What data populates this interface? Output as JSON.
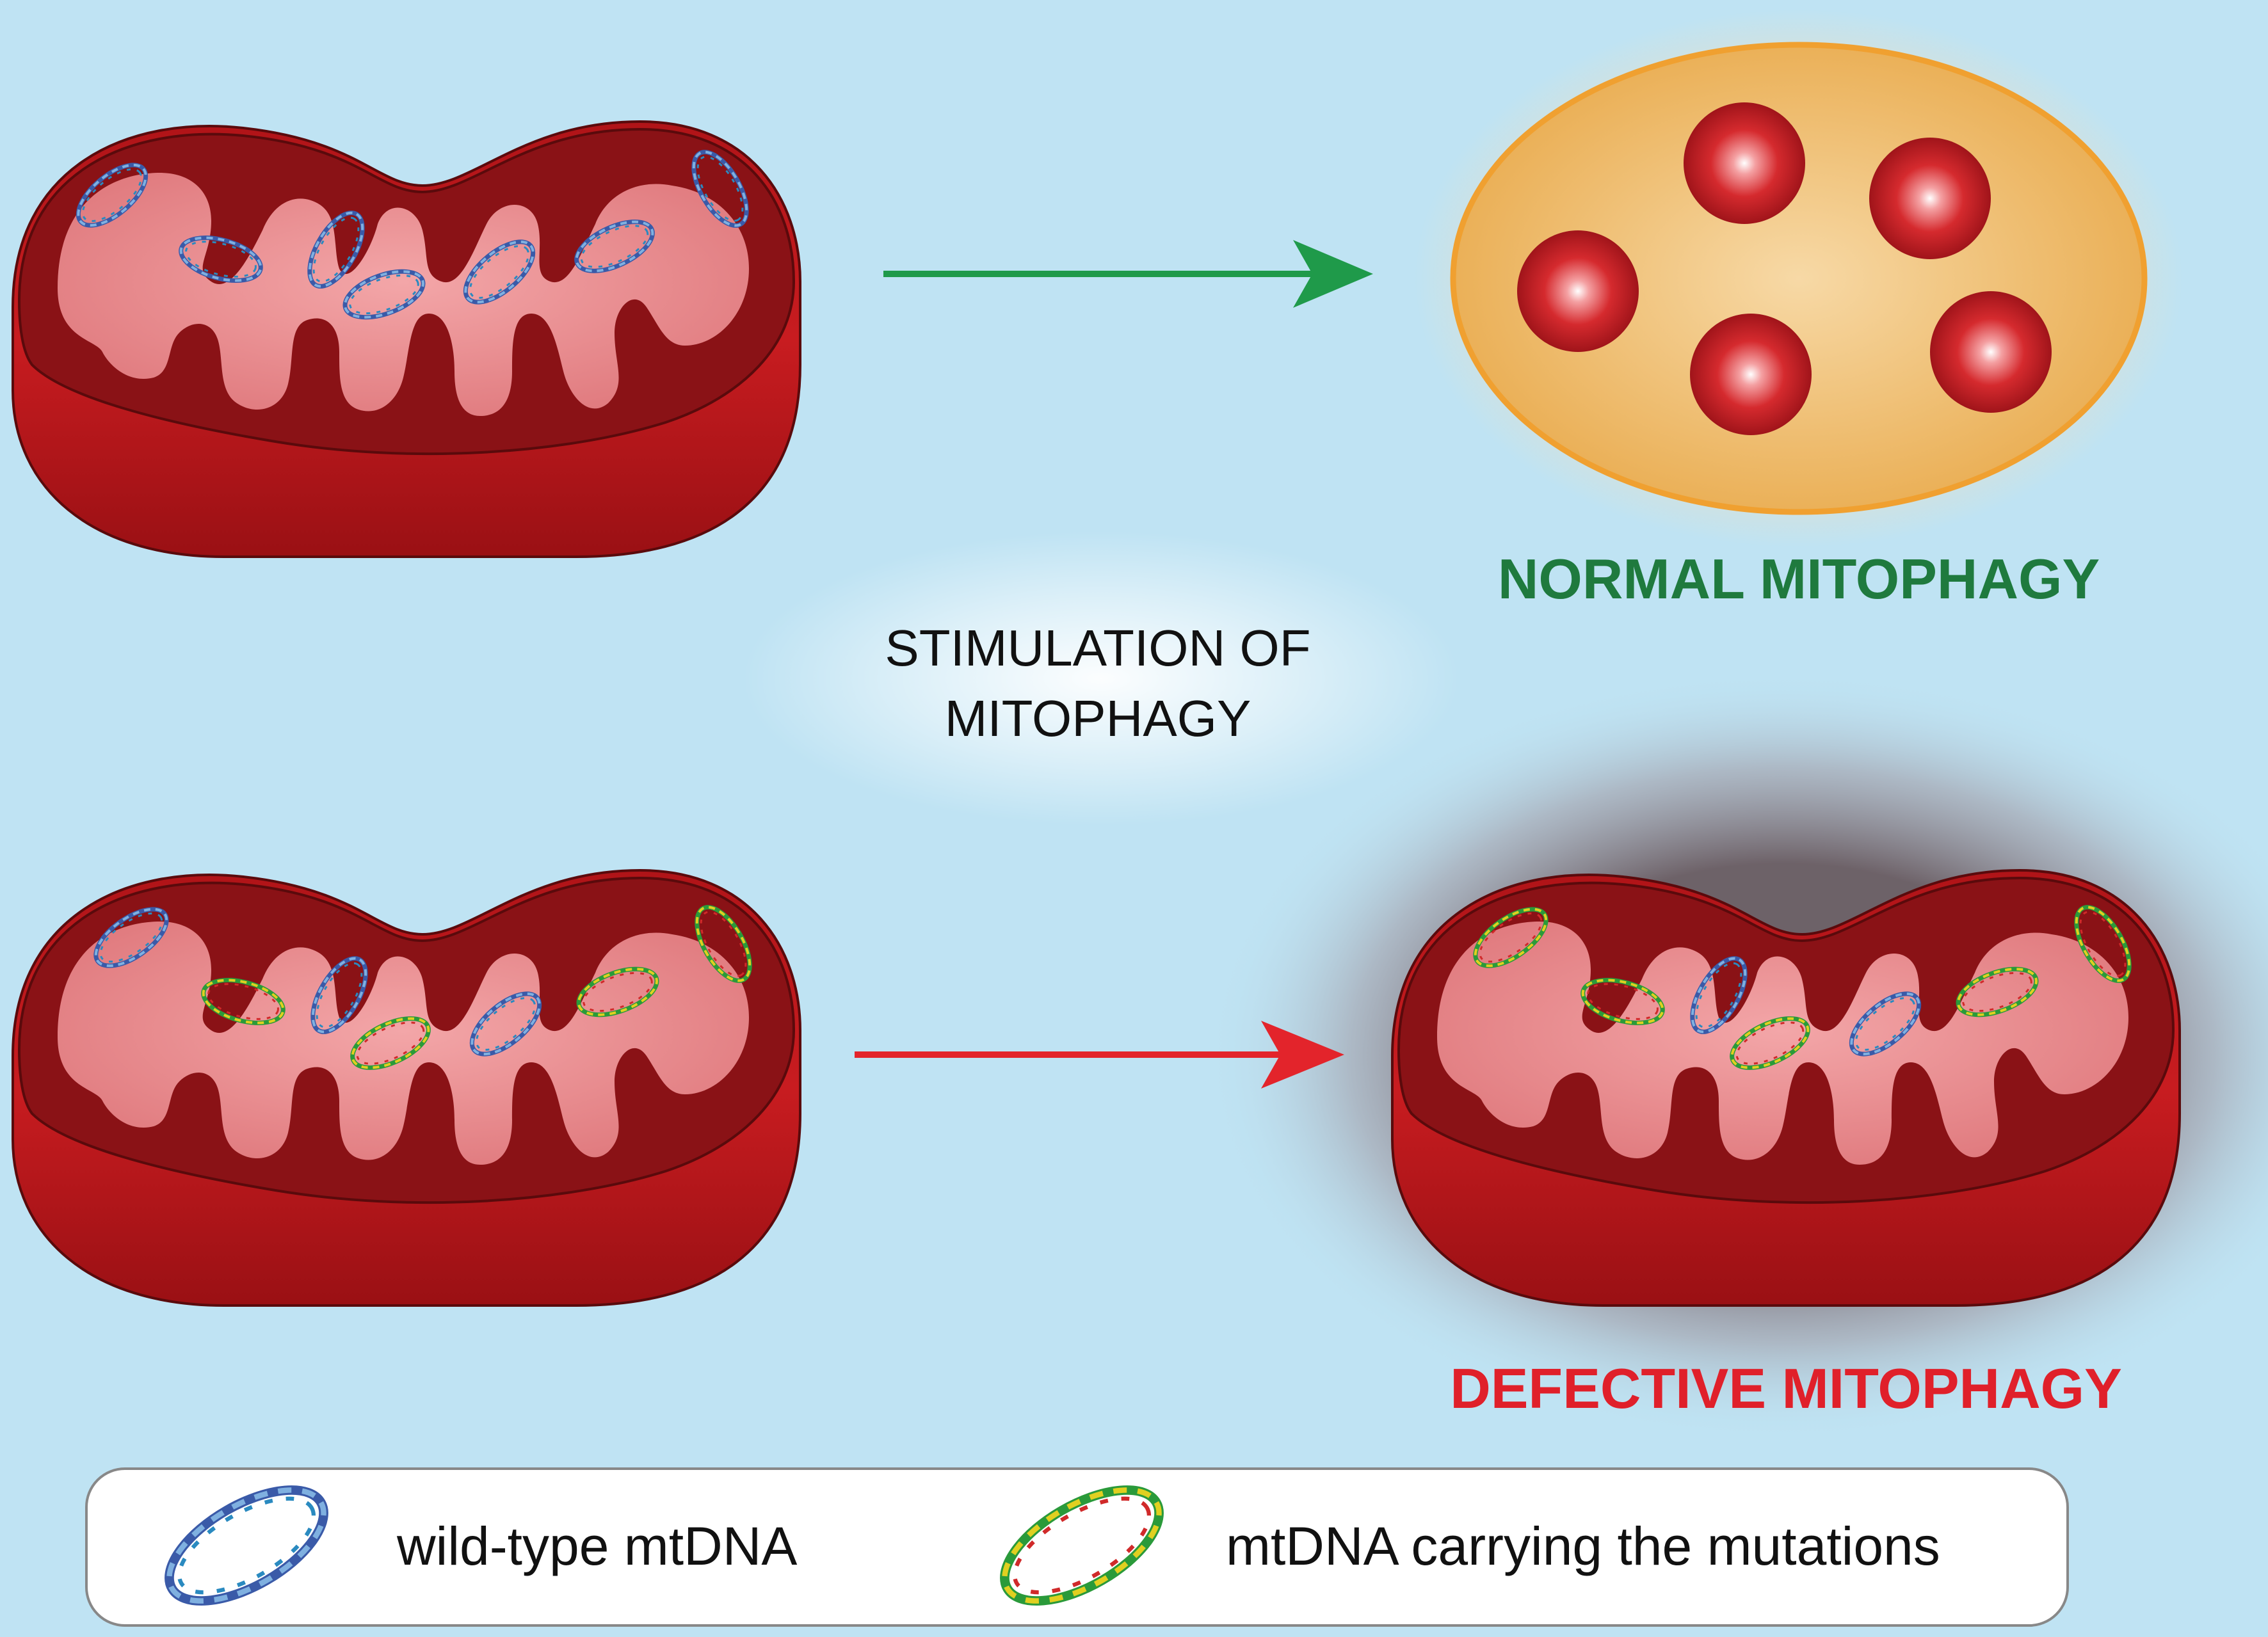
{
  "labels": {
    "normal": "NORMAL MITOPHAGY",
    "stimulation_line1": "STIMULATION OF",
    "stimulation_line2": "MITOPHAGY",
    "defective": "DEFECTIVE MITOPHAGY"
  },
  "legend": {
    "wild_type": "wild-type mtDNA",
    "mutant": "mtDNA carrying the mutations"
  },
  "colors": {
    "background": "#bfe3f3",
    "normal_label": "#1f7a3e",
    "defective_label": "#e0202a",
    "green_arrow": "#1f9a4a",
    "red_arrow": "#e3242b",
    "mito_outer": "#c0181c",
    "mito_dark": "#8a1216",
    "mito_matrix": "#e88a8c",
    "lysosome_fill": "#f0b25a",
    "lysosome_border": "#f0a030",
    "wild_type_dna": "#5a7bc0",
    "mutant_dna": "#d8c020"
  }
}
